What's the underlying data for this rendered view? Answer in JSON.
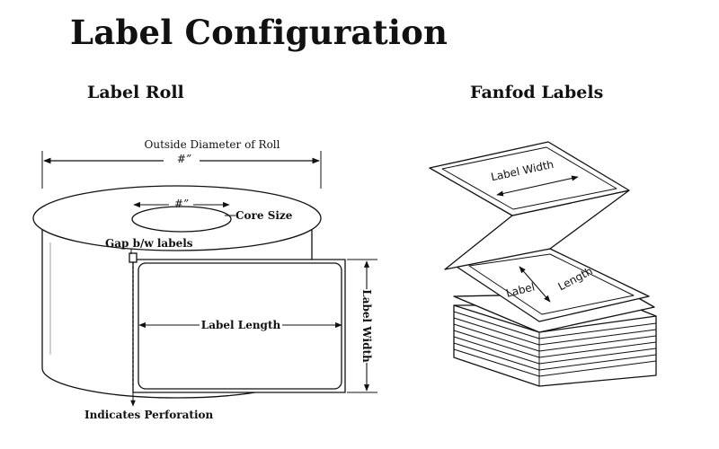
{
  "title": "Label Configuration",
  "roll": {
    "heading": "Label Roll",
    "outside_diameter": "Outside Diameter of Roll",
    "outside_value": "#”",
    "core_value": "#”",
    "core_size": "Core Size",
    "gap": "Gap b/w labels",
    "label_length": "Label Length",
    "label_width": "Label Width",
    "perforation": "Indicates Perforation"
  },
  "fanfold": {
    "heading": "Fanfod Labels",
    "label_width": "Label Width",
    "label": "Label",
    "length": "Length"
  }
}
